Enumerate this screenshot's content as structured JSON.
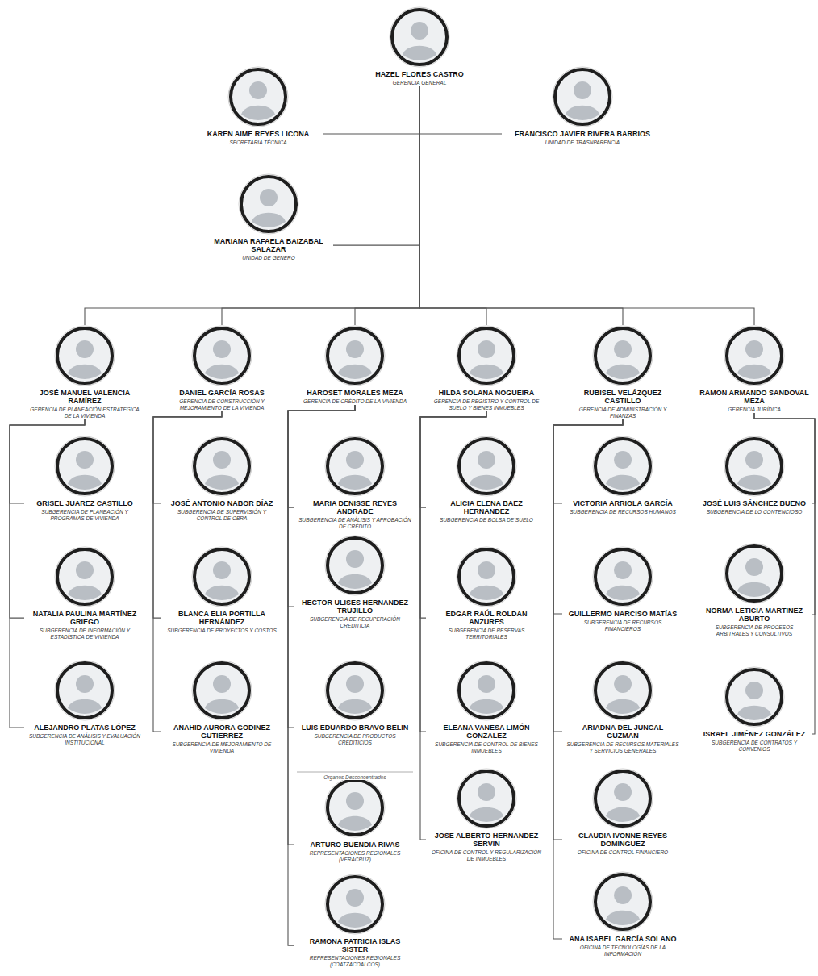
{
  "diagram": {
    "nodes": [
      {
        "text": [
          "HAZEL FLORES CASTRO",
          "GERENCIA GENERAL"
        ]
      },
      {
        "text": [
          "KAREN AIME REYES LICONA",
          "SECRETARIA TÉCNICA"
        ]
      },
      {
        "text": [
          "FRANCISCO JAVIER RIVERA BARRIOS",
          "UNIDAD DE TRASNPARENCIA"
        ]
      },
      {
        "text": [
          "MARIANA RAFAELA BAIZABAL SALAZAR",
          "UNIDAD DE GENERO"
        ]
      },
      {
        "text": [
          "JOSÉ MANUEL VALENCIA RAMÍREZ",
          "GERENCIA DE PLANEACIÓN ESTRATEGICA DE LA VIVIENDA"
        ]
      },
      {
        "text": [
          "DANIEL GARCÍA ROSAS",
          "GERENCIA DE CONSTRUCCIÓN Y MEJORAMIENTO DE LA VIVIENDA"
        ]
      },
      {
        "text": [
          "HAROSET MORALES MEZA",
          "GERENCIA DE CRÉDITO DE LA VIVIENDA"
        ]
      },
      {
        "text": [
          "HILDA SOLANA NOGUEIRA",
          "GERENCIA DE REGISTRO Y CONTROL DE SUELO Y BIENES INMUEBLES"
        ]
      },
      {
        "text": [
          "RUBISEL VELÁZQUEZ CASTILLO",
          "GERENCIA DE ADMINISTRACIÓN Y FINANZAS"
        ]
      },
      {
        "text": [
          "RAMON ARMANDO SANDOVAL MEZA",
          "GERENCIA JURÍDICA"
        ]
      },
      {
        "text": [
          "GRISEL JUAREZ CASTILLO",
          "SUBGERENCIA DE PLANEACIÓN Y PROGRAMAS DE VIVIENDA"
        ]
      },
      {
        "text": [
          "NATALIA PAULINA MARTÍNEZ GRIEGO",
          "SUBGERENCIA DE INFORMACIÓN Y ESTADÍSTICA DE VIVIENDA"
        ]
      },
      {
        "text": [
          "ALEJANDRO PLATAS LÓPEZ",
          "SUBGERENCIA DE ANÁLISIS Y EVALUACIÓN INSTITUCIONAL"
        ]
      },
      {
        "text": [
          "JOSÉ ANTONIO NABOR DÍAZ",
          "SUBGERENCIA DE SUPERVISIÓN Y CONTROL DE OBRA"
        ]
      },
      {
        "text": [
          "BLANCA ELIA PORTILLA HERNÁNDEZ",
          "SUBGERENCIA DE PROYECTOS Y COSTOS"
        ]
      },
      {
        "text": [
          "ANAHID AURORA GODÍNEZ GUTIÉRREZ",
          "SUBGERENCIA DE MEJORAMIENTO DE VIVIENDA"
        ]
      },
      {
        "text": [
          "MARIA DENISSE REYES ANDRADE",
          "SUBGERENCIA DE ANÁLISIS Y APROBACIÓN DE CRÉDITO"
        ]
      },
      {
        "text": [
          "HÉCTOR ULISES HERNÁNDEZ TRUJILLO",
          "SUBGERENCIA DE RECUPERACIÓN CREDITICIA"
        ]
      },
      {
        "text": [
          "LUIS EDUARDO BRAVO BELIN",
          "SUBGERENCIA DE PRODUCTOS CREDITICIOS"
        ]
      },
      {
        "text": [
          "ARTURO BUENDIA RIVAS",
          "REPRESENTACIONES REGIONALES (VERACRUZ)"
        ]
      },
      {
        "text": [
          "RAMONA PATRICIA ISLAS SISTER",
          "REPRESENTACIONES REGIONALES (COATZACOALCOS)"
        ]
      },
      {
        "text": [
          "ALICIA ELENA BAEZ HERNANDEZ",
          "SUBGERENCIA DE BOLSA DE SUELO"
        ]
      },
      {
        "text": [
          "EDGAR RAÚL ROLDAN ANZURES",
          "SUBGERENCIA DE RESERVAS TERRITORIALES"
        ]
      },
      {
        "text": [
          "ELEANA VANESA LIMÓN GONZÁLEZ",
          "SUBGERENCIA DE CONTROL DE BIENES INMUEBLES"
        ]
      },
      {
        "text": [
          "JOSÉ ALBERTO HERNÁNDEZ SERVÍN",
          "OFICINA DE CONTROL Y REGULARIZACIÓN DE INMUEBLES"
        ]
      },
      {
        "text": [
          "VICTORIA ARRIOLA GARCÍA",
          "SUBGERENCIA DE RECURSOS HUMANOS"
        ]
      },
      {
        "text": [
          "GUILLERMO NARCISO MATÍAS",
          "SUBGERENCIA DE RECURSOS FINANCIEROS"
        ]
      },
      {
        "text": [
          "ARIADNA DEL JUNCAL GUZMÁN",
          "SUBGERENCIA DE RECURSOS MATERIALES Y SERVICIOS GENERALES"
        ]
      },
      {
        "text": [
          "CLAUDIA IVONNE REYES DOMINGUEZ",
          "OFICINA DE CONTROL FINANCIERO"
        ]
      },
      {
        "text": [
          "ANA ISABEL GARCÍA SOLANO",
          "OFICINA DE TECNOLOGÍAS DE LA INFORMACIÓN"
        ]
      },
      {
        "text": [
          "JOSÉ LUIS SÁNCHEZ BUENO",
          "SUBGERENCIA DE LO CONTENCIOSO"
        ]
      },
      {
        "text": [
          "NORMA LETICIA MARTINEZ ABURTO",
          "SUBGERENCIA DE PROCESOS ARBITRALES Y CONSULTIVOS"
        ]
      },
      {
        "text": [
          "ISRAEL JIMÉNEZ GONZÁLEZ",
          "SUBGERENCIA DE CONTRATOS Y CONVENIOS"
        ]
      }
    ],
    "edges": [
      {
        "from": 0,
        "to": 1,
        "arrow": "none"
      },
      {
        "from": 0,
        "to": 2,
        "arrow": "none"
      },
      {
        "from": 0,
        "to": 3,
        "arrow": "none"
      },
      {
        "from": 0,
        "to": 4,
        "arrow": "none"
      },
      {
        "from": 0,
        "to": 5,
        "arrow": "none"
      },
      {
        "from": 0,
        "to": 6,
        "arrow": "none"
      },
      {
        "from": 0,
        "to": 7,
        "arrow": "none"
      },
      {
        "from": 0,
        "to": 8,
        "arrow": "none"
      },
      {
        "from": 0,
        "to": 9,
        "arrow": "none"
      },
      {
        "from": 4,
        "to": 10,
        "arrow": "none"
      },
      {
        "from": 4,
        "to": 11,
        "arrow": "none"
      },
      {
        "from": 4,
        "to": 12,
        "arrow": "none"
      },
      {
        "from": 5,
        "to": 13,
        "arrow": "none"
      },
      {
        "from": 5,
        "to": 14,
        "arrow": "none"
      },
      {
        "from": 5,
        "to": 15,
        "arrow": "none"
      },
      {
        "from": 6,
        "to": 16,
        "arrow": "none"
      },
      {
        "from": 6,
        "to": 17,
        "arrow": "none"
      },
      {
        "from": 6,
        "to": 18,
        "arrow": "none"
      },
      {
        "from": 6,
        "to": 19,
        "arrow": "none"
      },
      {
        "from": 6,
        "to": 20,
        "arrow": "none"
      },
      {
        "from": 7,
        "to": 21,
        "arrow": "none"
      },
      {
        "from": 7,
        "to": 22,
        "arrow": "none"
      },
      {
        "from": 7,
        "to": 23,
        "arrow": "none"
      },
      {
        "from": 7,
        "to": 24,
        "arrow": "none"
      },
      {
        "from": 8,
        "to": 25,
        "arrow": "none"
      },
      {
        "from": 8,
        "to": 26,
        "arrow": "none"
      },
      {
        "from": 8,
        "to": 27,
        "arrow": "none"
      },
      {
        "from": 8,
        "to": 28,
        "arrow": "none"
      },
      {
        "from": 8,
        "to": 29,
        "arrow": "none"
      },
      {
        "from": 9,
        "to": 30,
        "arrow": "none"
      },
      {
        "from": 9,
        "to": 31,
        "arrow": "none"
      },
      {
        "from": 9,
        "to": 32,
        "arrow": "none"
      }
    ],
    "labels": [
      "Organos Desconcentrados"
    ]
  }
}
